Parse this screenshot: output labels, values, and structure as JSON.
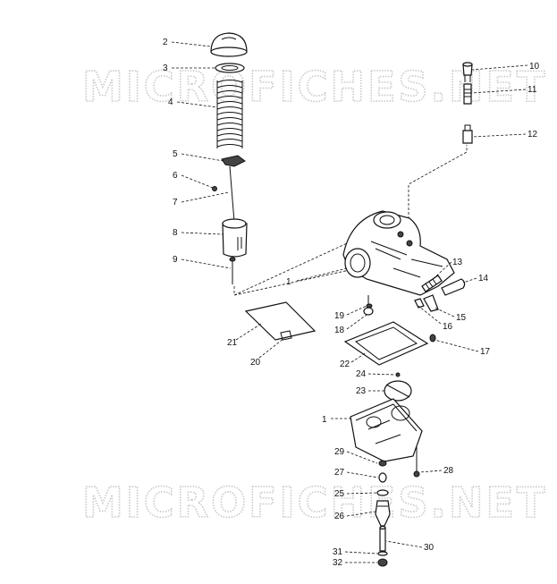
{
  "watermark": "MICROFICHES.NET",
  "callouts": [
    "1",
    "1",
    "2",
    "3",
    "4",
    "5",
    "6",
    "7",
    "8",
    "9",
    "10",
    "11",
    "12",
    "13",
    "14",
    "15",
    "16",
    "17",
    "18",
    "19",
    "20",
    "21",
    "22",
    "23",
    "24",
    "25",
    "26",
    "27",
    "28",
    "29",
    "30",
    "31",
    "32"
  ]
}
